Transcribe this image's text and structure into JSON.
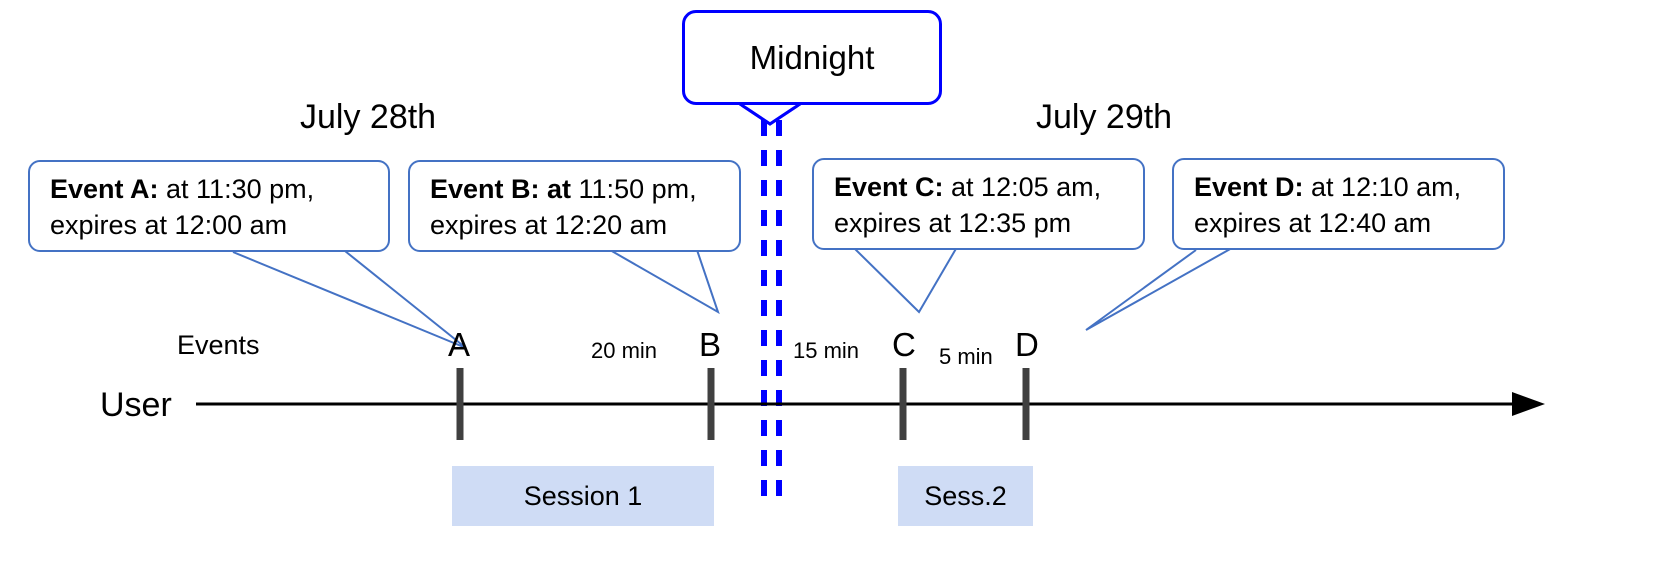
{
  "diagram": {
    "title_bubble": {
      "label": "Midnight"
    },
    "dates": [
      {
        "id": "day1",
        "label": "July 28th"
      },
      {
        "id": "day2",
        "label": "July 29th"
      }
    ],
    "axis": {
      "row_label": "User",
      "events_label": "Events"
    },
    "callouts": [
      {
        "id": "event-a",
        "bold": "Event A:",
        "rest": " at 11:30 pm,",
        "line2": "expires at 12:00 am"
      },
      {
        "id": "event-b",
        "bold": "Event B: at",
        "rest": " 11:50 pm,",
        "line2": "expires at 12:20 am"
      },
      {
        "id": "event-c",
        "bold": "Event C:",
        "rest": " at 12:05 am,",
        "line2": "expires at 12:35 pm"
      },
      {
        "id": "event-d",
        "bold": "Event D:",
        "rest": "  at 12:10 am,",
        "line2": "expires at 12:40 am"
      }
    ],
    "ticks": [
      {
        "id": "tick-a",
        "label": "A"
      },
      {
        "id": "tick-b",
        "label": "B"
      },
      {
        "id": "tick-c",
        "label": "C"
      },
      {
        "id": "tick-d",
        "label": "D"
      }
    ],
    "durations": [
      {
        "id": "dur-ab",
        "label": "20 min"
      },
      {
        "id": "dur-bc",
        "label": "15 min"
      },
      {
        "id": "dur-cd",
        "label": "5 min"
      }
    ],
    "sessions": [
      {
        "id": "session-1",
        "label": "Session 1"
      },
      {
        "id": "session-2",
        "label": "Sess.2"
      }
    ],
    "colors": {
      "callout_border": "#4472c4",
      "midnight_line": "#0000ff",
      "session_fill": "#cfdcf5",
      "axis": "#000000",
      "tick": "#404040"
    }
  }
}
